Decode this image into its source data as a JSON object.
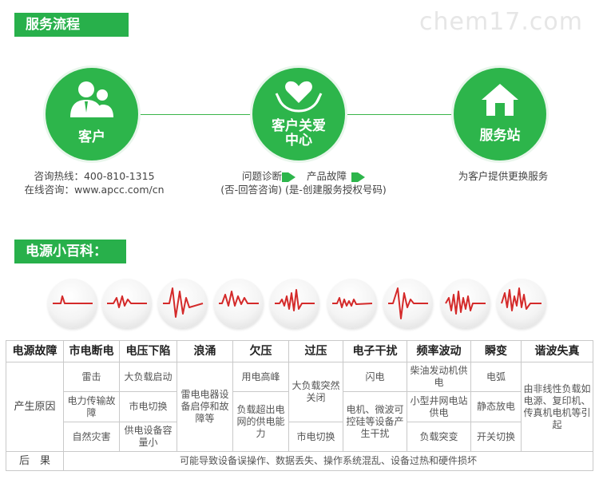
{
  "section1": {
    "title": "服务流程"
  },
  "section2": {
    "title": "电源小百科："
  },
  "watermark": "chem17.com",
  "flow": {
    "customer": {
      "title": "客户",
      "line1": "咨询热线：400-810-1315",
      "line2": "在线咨询：www.apcc.com/cn"
    },
    "care": {
      "title_line1": "客户关爱",
      "title_line2": "中心",
      "step1": "问题诊断",
      "step2": "产品故障",
      "note": "(否-回答咨询) (是-创建服务授权号码)"
    },
    "station": {
      "title": "服务站",
      "desc": "为客户提供更换服务"
    }
  },
  "colors": {
    "green": "#2db54b",
    "wave": "#d42a2a"
  },
  "table": {
    "headers": [
      "电源故障",
      "市电断电",
      "电压下陷",
      "浪涌",
      "欠压",
      "过压",
      "电子干扰",
      "频率波动",
      "瞬变",
      "谐波失真"
    ],
    "cause_label": "产生原因",
    "result_label": "后　果",
    "result_text": "可能导致设备误操作、数据丢失、操作系统混乱、设备过热和硬件损坏",
    "outage": [
      "雷击",
      "电力传输故障",
      "自然灾害"
    ],
    "sag": [
      "大负载启动",
      "市电切换",
      "供电设备容量小"
    ],
    "surge": "雷电电器设备启停和故障等",
    "under": [
      "用电高峰",
      "负载超出电网的供电能力"
    ],
    "over": [
      "大负载突然关闭",
      "市电切换"
    ],
    "noise": [
      "闪电",
      "电机、微波可控硅等设备产生干扰"
    ],
    "freq": [
      "柴油发动机供电",
      "小型井网电站供电",
      "负载突变"
    ],
    "trans": [
      "电弧",
      "静态放电",
      "开关切换"
    ],
    "harm": "由非线性负载如电源、复印机、传真机电机等引起"
  }
}
